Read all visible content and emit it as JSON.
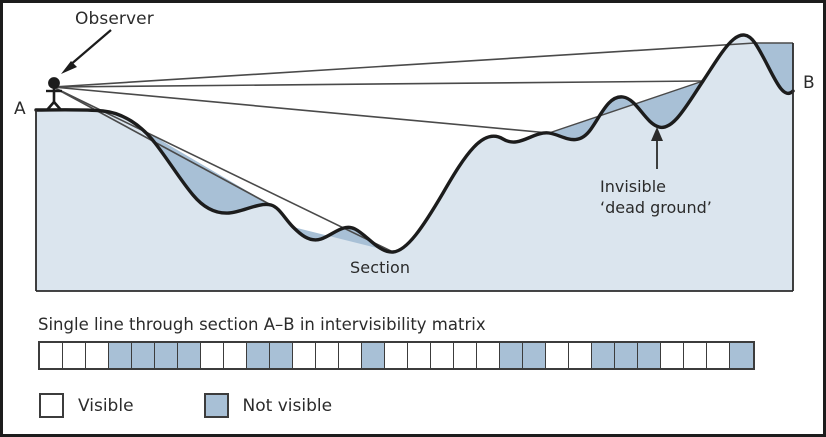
{
  "figure": {
    "labels": {
      "observer": "Observer",
      "point_a": "A",
      "point_b": "B",
      "section": "Section",
      "dead_ground": "Invisible\n‘dead ground’"
    },
    "colors": {
      "terrain_fill": "#dbe5ee",
      "not_visible_fill": "#a8c0d6",
      "outline": "#1c1c1c",
      "sightline": "#4a4a4a",
      "border": "#1c1c1c",
      "text": "#2b2b2b"
    }
  },
  "matrix": {
    "caption": "Single line through section A–B in intervisibility matrix",
    "cell_count": 31,
    "cells": [
      "visible",
      "visible",
      "visible",
      "not-visible",
      "not-visible",
      "not-visible",
      "not-visible",
      "visible",
      "visible",
      "not-visible",
      "not-visible",
      "visible",
      "visible",
      "visible",
      "not-visible",
      "visible",
      "visible",
      "visible",
      "visible",
      "visible",
      "not-visible",
      "not-visible",
      "visible",
      "visible",
      "not-visible",
      "not-visible",
      "not-visible",
      "visible",
      "visible",
      "visible",
      "not-visible"
    ]
  },
  "legend": {
    "items": [
      {
        "label": "Visible",
        "state": "visible"
      },
      {
        "label": "Not visible",
        "state": "not-visible"
      }
    ]
  }
}
